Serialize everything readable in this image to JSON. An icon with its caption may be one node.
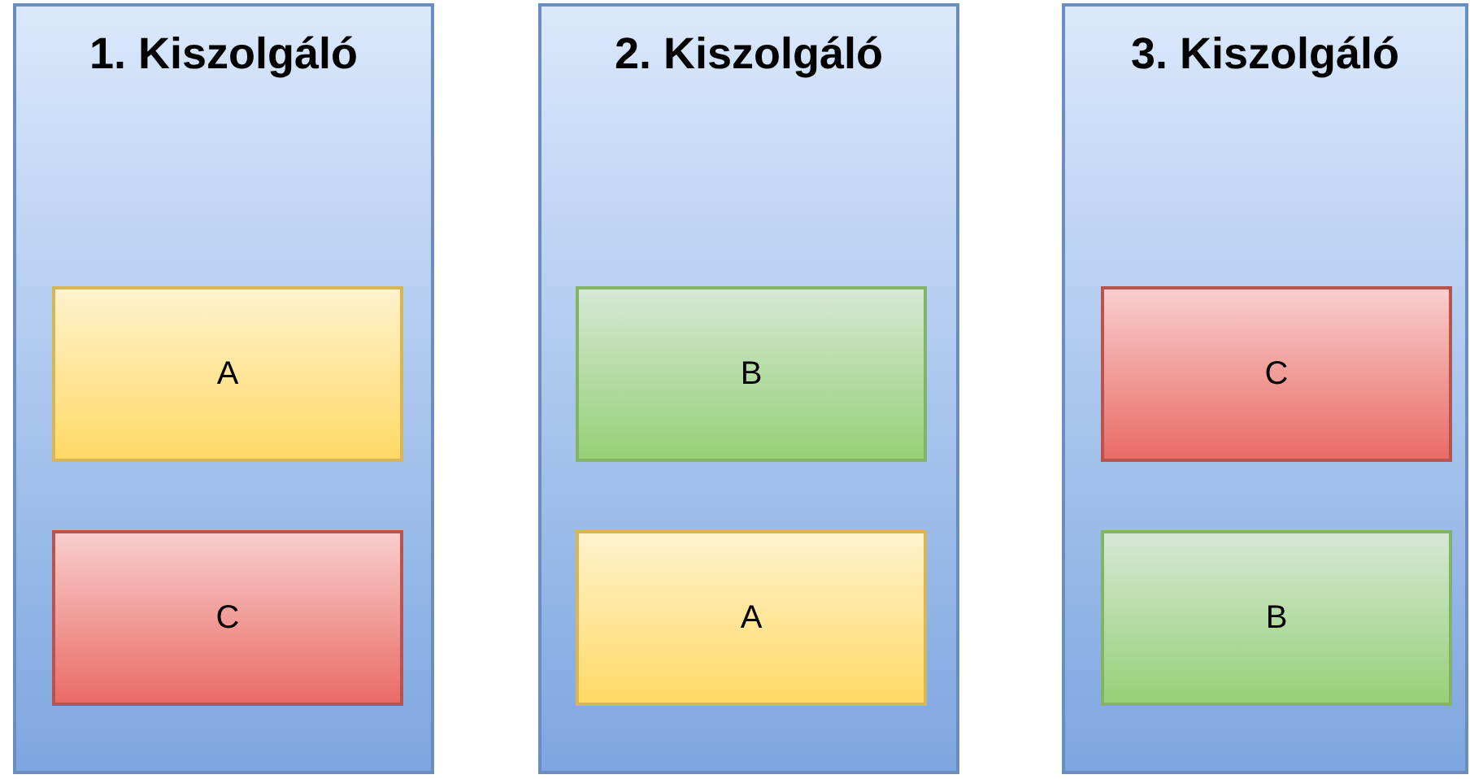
{
  "diagram": {
    "nodes": [
      {
        "text": [
          "1. Kiszolgáló"
        ]
      },
      {
        "text": [
          "A"
        ],
        "in": 0
      },
      {
        "text": [
          "C"
        ],
        "in": 0
      },
      {
        "text": [
          "2. Kiszolgáló"
        ]
      },
      {
        "text": [
          "B"
        ],
        "in": 3
      },
      {
        "text": [
          "A"
        ],
        "in": 3
      },
      {
        "text": [
          "3. Kiszolgáló"
        ]
      },
      {
        "text": [
          "C"
        ],
        "in": 6
      },
      {
        "text": [
          "B"
        ],
        "in": 6
      }
    ]
  }
}
